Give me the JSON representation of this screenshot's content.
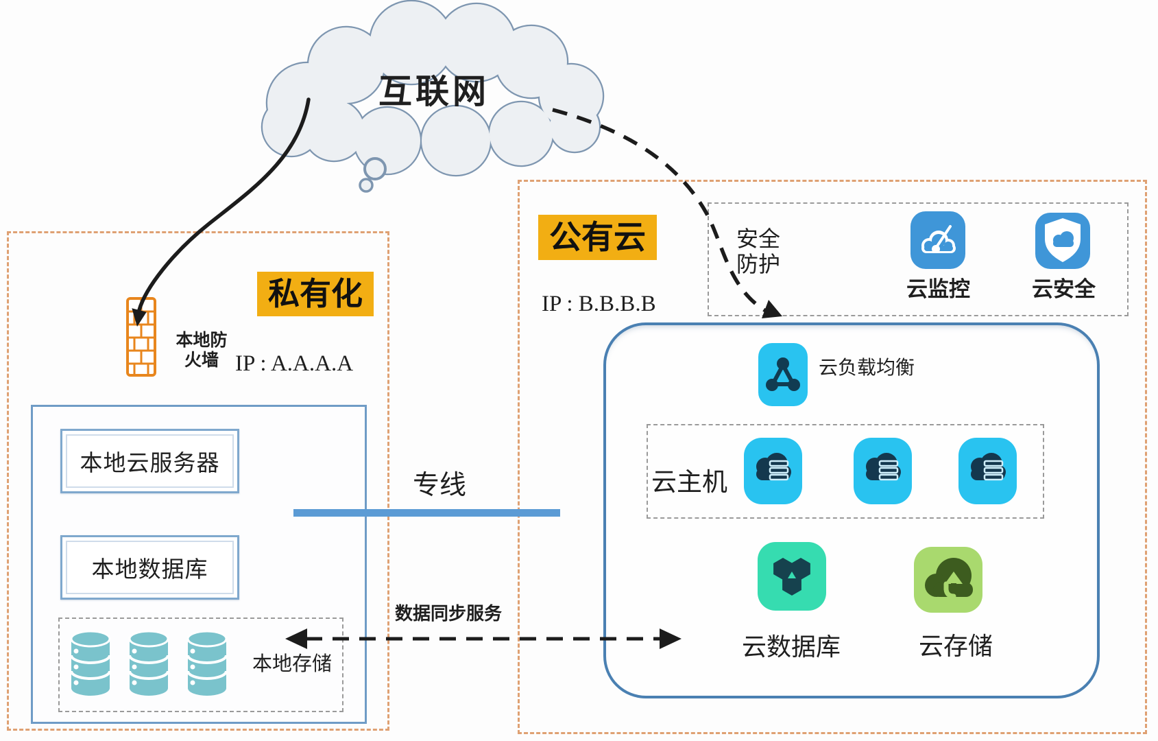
{
  "internet": {
    "label": "互联网"
  },
  "private_zone": {
    "tag": "私有化",
    "ip": "IP : A.A.A.A",
    "firewall": {
      "line1": "本地防",
      "line2": "火墙"
    },
    "local_server": "本地云服务器",
    "local_database": "本地数据库",
    "local_storage": "本地存储"
  },
  "connections": {
    "dedicated_line": "专线",
    "data_sync": "数据同步服务",
    "security": {
      "line1": "安全",
      "line2": "防护"
    }
  },
  "public_zone": {
    "tag": "公有云",
    "ip": "IP : B.B.B.B",
    "cloud_monitor": "云监控",
    "cloud_security": "云安全",
    "load_balancer": "云负载均衡",
    "cloud_hosts": "云主机",
    "cloud_database": "云数据库",
    "cloud_storage": "云存储"
  },
  "colors": {
    "highlight": "#f2ae13",
    "zone_dashed_border": "#dfa173",
    "blue_border": "#6f9cc6",
    "round_container_border": "#4a80b2",
    "dedicated_line": "#5b9bd5",
    "host_icon_bg": "#29c3f0",
    "service_icon_bg": "#3f96d8",
    "database_icon_bg": "#36dcb0",
    "storage_icon_bg": "#a9d96e",
    "cylinder": "#7ac3cc",
    "firewall": "#e8861d"
  }
}
